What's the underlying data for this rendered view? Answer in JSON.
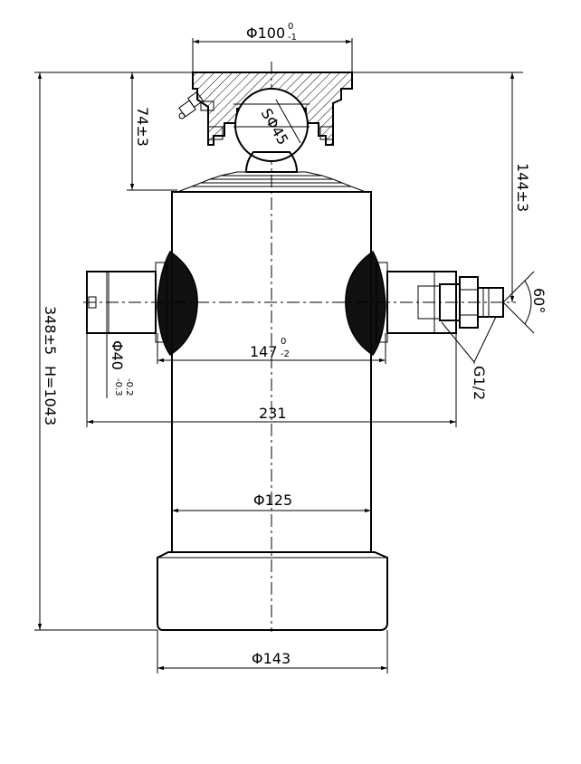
{
  "dimensions": {
    "top_flange_dia": "Φ100",
    "top_flange_tol_upper": "0",
    "top_flange_tol_lower": "-1",
    "sphere": "SΦ45",
    "flange_height": "74±3",
    "mount_to_body": "144±3",
    "total_length": "348±5",
    "stroke": "H=1043",
    "pin_width": "147",
    "pin_width_tol_upper": "0",
    "pin_width_tol_lower": "-2",
    "pin_dia": "Φ40",
    "pin_dia_tol_upper": "-0.2",
    "pin_dia_tol_lower": "-0.3",
    "overall_width": "231",
    "body_dia": "Φ125",
    "base_dia": "Φ143",
    "thread": "G1/2",
    "angle": "60°"
  },
  "colors": {
    "line": "#000000",
    "background": "#ffffff"
  }
}
